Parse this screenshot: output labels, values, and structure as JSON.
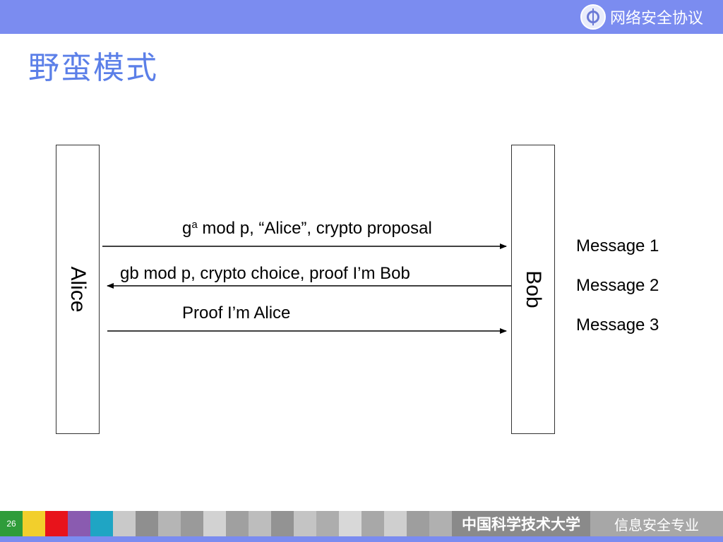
{
  "header": {
    "brand": "网络安全协议",
    "logo_icon": "university-logo-icon",
    "bar_color": "#7b8cf0"
  },
  "title": "野蛮模式",
  "diagram": {
    "parties": {
      "left": "Alice",
      "right": "Bob"
    },
    "messages": [
      {
        "base": "g",
        "sup": "a",
        "rest": " mod p, “Alice”, crypto proposal",
        "direction": "to-right",
        "label": "Message 1"
      },
      {
        "text": "gb mod p, crypto choice, proof I’m Bob",
        "direction": "to-left",
        "label": "Message 2"
      },
      {
        "text": "Proof I’m Alice",
        "direction": "to-right",
        "label": "Message 3"
      }
    ]
  },
  "footer": {
    "page_number": "26",
    "university": "中国科学技术大学",
    "major": "信息安全专业"
  }
}
